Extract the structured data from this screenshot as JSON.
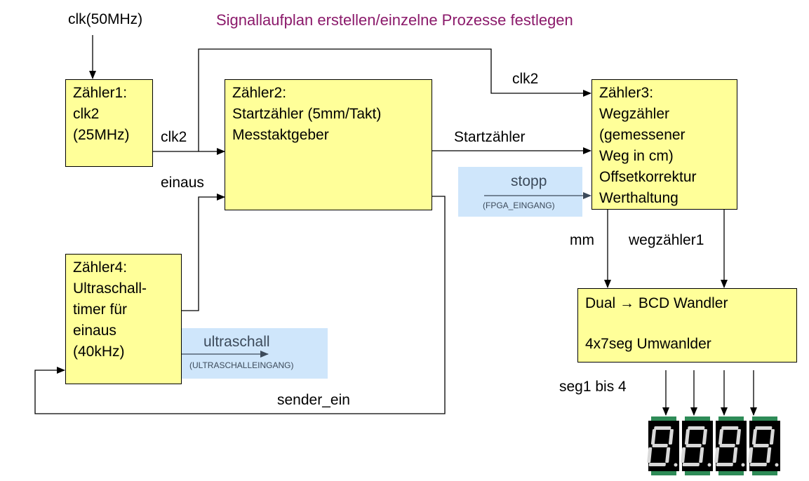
{
  "title": "Signallaufplan erstellen/einzelne Prozesse festlegen",
  "clock_input": "clk(50MHz)",
  "blocks": {
    "zaehler1": [
      "Zähler1:",
      "clk2",
      "(25MHz)"
    ],
    "zaehler2": [
      "Zähler2:",
      "Startzähler (5mm/Takt)",
      "Messtaktgeber"
    ],
    "zaehler3": [
      "Zähler3:",
      "Wegzähler",
      "(gemessener",
      "Weg in cm)",
      "Offsetkorrektur",
      "Werthaltung"
    ],
    "zaehler4": [
      "Zähler4:",
      "Ultraschall-",
      "timer für",
      "einaus",
      "(40kHz)"
    ],
    "wandler": [
      "Dual → BCD Wandler",
      "4x7seg Umwanlder"
    ]
  },
  "signals": {
    "clk2_a": "clk2",
    "clk2_b": "clk2",
    "einaus": "einaus",
    "startzaehler": "Startzähler",
    "mm": "mm",
    "wegzaehler1": "wegzähler1",
    "seg": "seg1 bis 4",
    "sender_ein": "sender_ein"
  },
  "inputs": {
    "stopp": {
      "name": "stopp",
      "sub": "(FPGA_EINGANG)"
    },
    "ultraschall": {
      "name": "ultraschall",
      "sub": "(ULTRASCHALLEINGANG)"
    }
  },
  "colors": {
    "block_fill": "#ffff99",
    "title": "#8b1a6b",
    "input_panel": "#cfe6fb",
    "display": "#000000",
    "pcb": "#2e8b57"
  },
  "display": {
    "digits": 4,
    "icon": "seven-segment-display-icon"
  }
}
